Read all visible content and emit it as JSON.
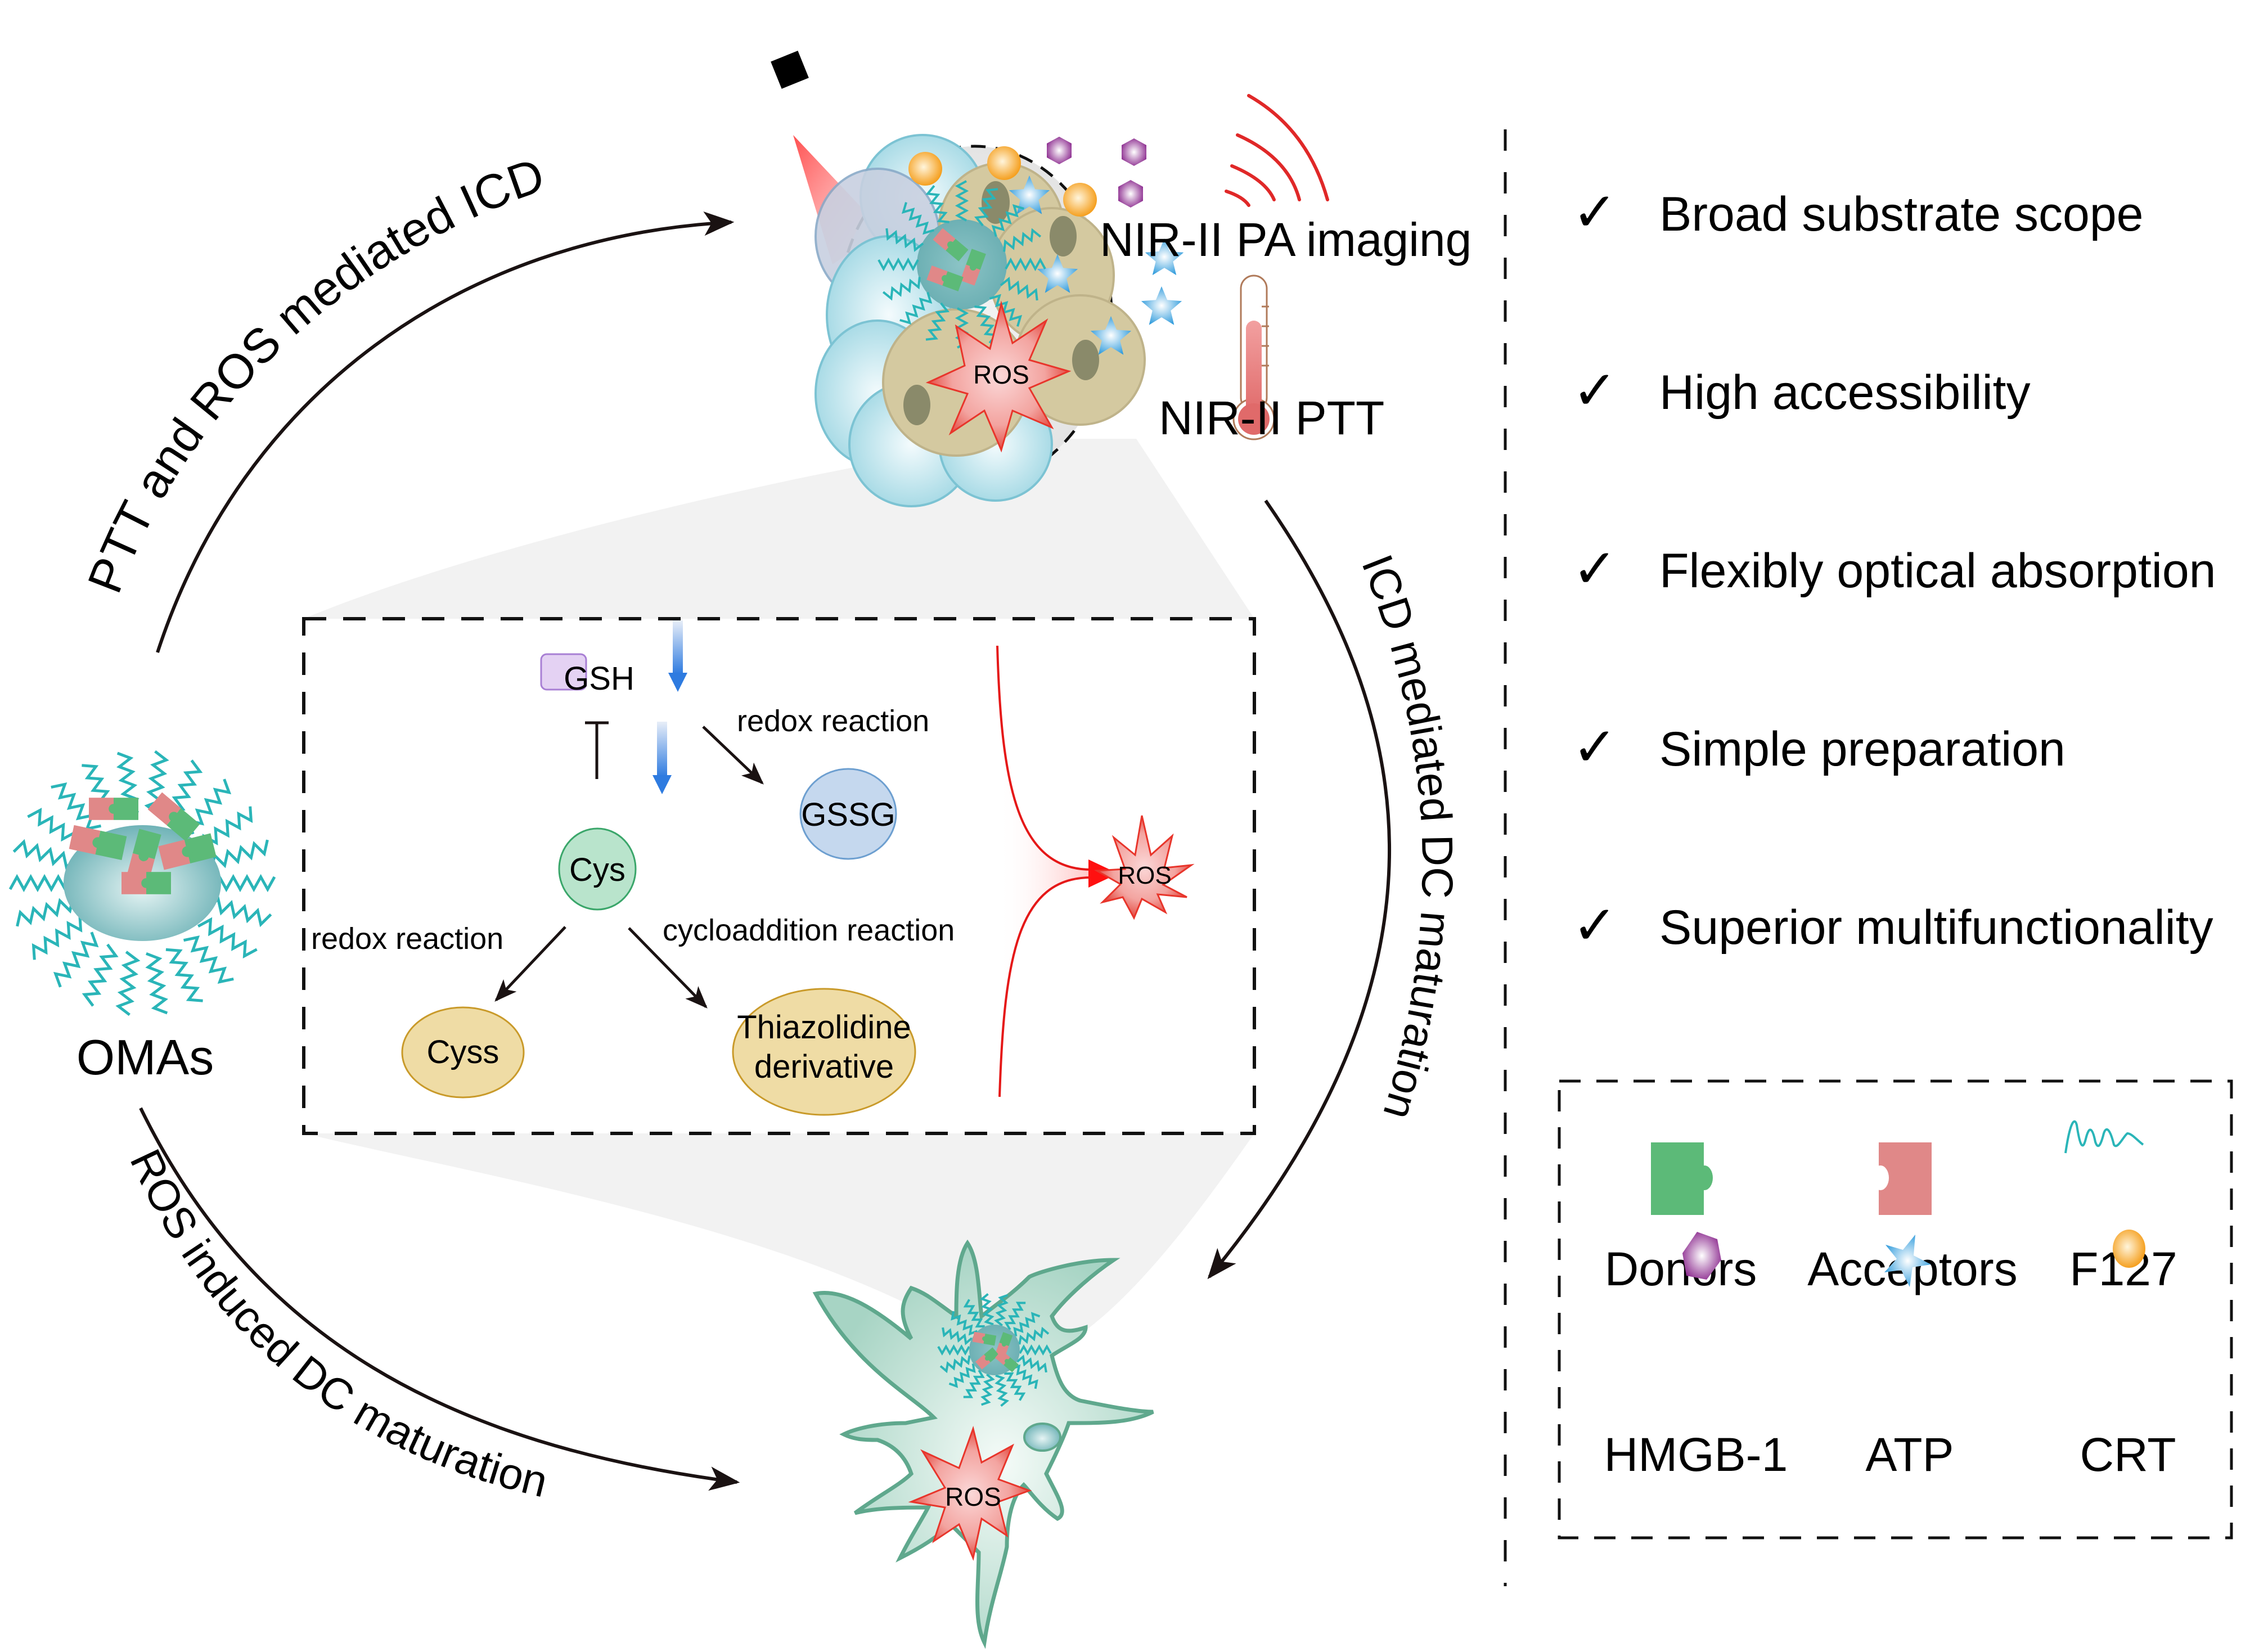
{
  "cycle": {
    "arrow_top_label": "PTT and ROS mediated ICD",
    "arrow_right_label": "ICD mediated DC maturation",
    "arrow_bottom_label": "ROS induced DC maturation"
  },
  "omas": {
    "label": "OMAs"
  },
  "tumor": {
    "ros_label": "ROS",
    "pa_imaging_label": "NIR-II PA imaging",
    "ptt_label": "NIR-II PTT"
  },
  "mechanism": {
    "gsh": "GSH",
    "gssg": "GSSG",
    "cys": "Cys",
    "cyss": "Cyss",
    "thiazolidine_line1": "Thiazolidine",
    "thiazolidine_line2": "derivative",
    "redox_reaction_top": "redox reaction",
    "redox_reaction_left": "redox reaction",
    "cycloaddition_reaction": "cycloaddition reaction",
    "ros_label": "ROS"
  },
  "dc_cell": {
    "ros_label": "ROS"
  },
  "features": [
    {
      "icon": "checkmark-icon",
      "glyph": "✓",
      "label": "Broad substrate scope"
    },
    {
      "icon": "checkmark-icon",
      "glyph": "✓",
      "label": "High accessibility"
    },
    {
      "icon": "checkmark-icon",
      "glyph": "✓",
      "label": "Flexibly optical absorption"
    },
    {
      "icon": "checkmark-icon",
      "glyph": "✓",
      "label": "Simple preparation"
    },
    {
      "icon": "checkmark-icon",
      "glyph": "✓",
      "label": "Superior multifunctionality"
    }
  ],
  "legend": {
    "items": [
      {
        "icon": "donor-puzzle-icon",
        "label": "Donors",
        "color": "#5cba78"
      },
      {
        "icon": "acceptor-puzzle-icon",
        "label": "Acceptors",
        "color": "#e08888"
      },
      {
        "icon": "f127-wave-icon",
        "label": "F127",
        "color": "#2ab5b8"
      },
      {
        "icon": "hmgb1-hexagon-icon",
        "label": "HMGB-1",
        "color": "#9b3a9e"
      },
      {
        "icon": "atp-star-icon",
        "label": "ATP",
        "color": "#3aa8e0"
      },
      {
        "icon": "crt-sphere-icon",
        "label": "CRT",
        "color": "#f5a623"
      }
    ]
  },
  "colors": {
    "ros_red": "#e8352b",
    "gsh_fill": "#e4d2f3",
    "gsh_stroke": "#a87fd4",
    "gssg_fill": "#c5d8ee",
    "gssg_stroke": "#6d9fd0",
    "cys_fill": "#b9e4cc",
    "cys_stroke": "#3aa66a",
    "product_fill": "#efdca5",
    "product_stroke": "#c99a2a",
    "blue_arrow": "#2e7be0"
  }
}
